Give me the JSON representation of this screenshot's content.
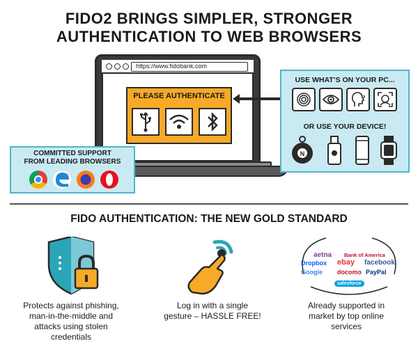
{
  "title": {
    "line1": "FIDO2 BRINGS SIMPLER, STRONGER",
    "line2": "AUTHENTICATION TO WEB BROWSERS"
  },
  "browser": {
    "url": "https://www.fidobank.com"
  },
  "auth_prompt": {
    "title": "PLEASE AUTHENTICATE",
    "icons": [
      "usb-icon",
      "nfc-wireless-icon",
      "bluetooth-icon"
    ]
  },
  "pc_panel": {
    "title": "USE WHAT’S ON YOUR PC...",
    "icons": [
      "fingerprint-icon",
      "eye-icon",
      "voice-icon",
      "face-recognition-icon"
    ],
    "device_title": "OR USE YOUR DEVICE!",
    "device_icons": [
      "nfc-key-fob-icon",
      "usb-security-key-icon",
      "smartphone-icon",
      "smartwatch-icon"
    ]
  },
  "browsers_panel": {
    "line1": "COMMITTED SUPPORT",
    "line2": "FROM LEADING BROWSERS",
    "icons": [
      "chrome-icon",
      "edge-icon",
      "firefox-icon",
      "opera-icon"
    ]
  },
  "section_title": "FIDO AUTHENTICATION: THE NEW GOLD STANDARD",
  "columns": [
    {
      "icon": "shield-lock-icon",
      "line1": "Protects against phishing,",
      "line2": "man-in-the-middle and",
      "line3": "attacks using stolen",
      "line4": "credentials"
    },
    {
      "icon": "finger-tap-icon",
      "line1": "Log in with a single",
      "line2": "gesture – HASSLE FREE!"
    },
    {
      "icon": "service-logos-icon",
      "line1": "Already supported in",
      "line2": "market by top online",
      "line3": "services"
    }
  ],
  "service_logos": [
    "aetna",
    "Bank of America",
    "Dropbox",
    "ebay",
    "facebook",
    "Google",
    "docomo",
    "PayPal",
    "salesforce"
  ],
  "colors": {
    "orange": "#f7a928",
    "light_blue": "#c9eaf2",
    "blue_border": "#4fb5cc",
    "teal": "#2aa6b8",
    "dark": "#2a2a2a"
  }
}
